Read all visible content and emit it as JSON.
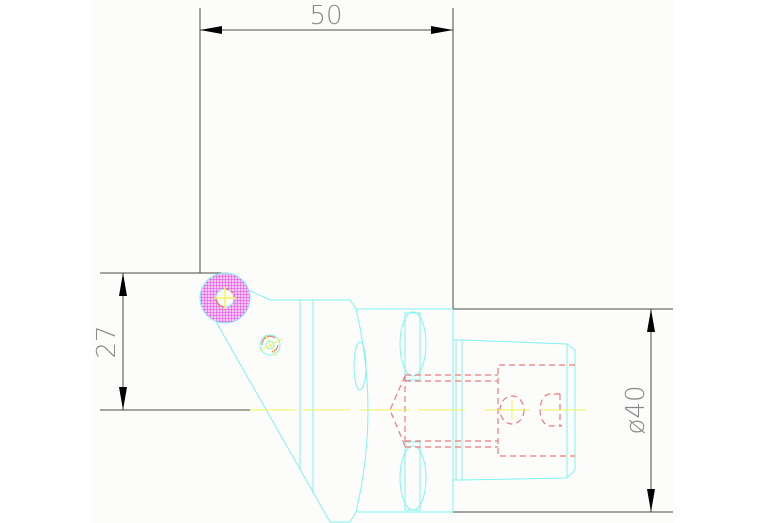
{
  "drawing": {
    "type": "CAD technical drawing",
    "subject": "angled tool holder / boring head side view",
    "background": "#fcfdfa",
    "colors": {
      "outline": "#7ff3f3",
      "hidden_lines": "#f07a7a",
      "center_lines": "#f2f25a",
      "dimension_lines": "#4a4a4a",
      "dimension_text": "#8a8a8a",
      "hatch": "#e040e0"
    }
  },
  "dimensions": {
    "width_top": {
      "label": "50",
      "orientation": "horizontal"
    },
    "height_left": {
      "label": "27",
      "orientation": "vertical"
    },
    "diameter_right": {
      "label": "ø40",
      "orientation": "vertical"
    }
  }
}
